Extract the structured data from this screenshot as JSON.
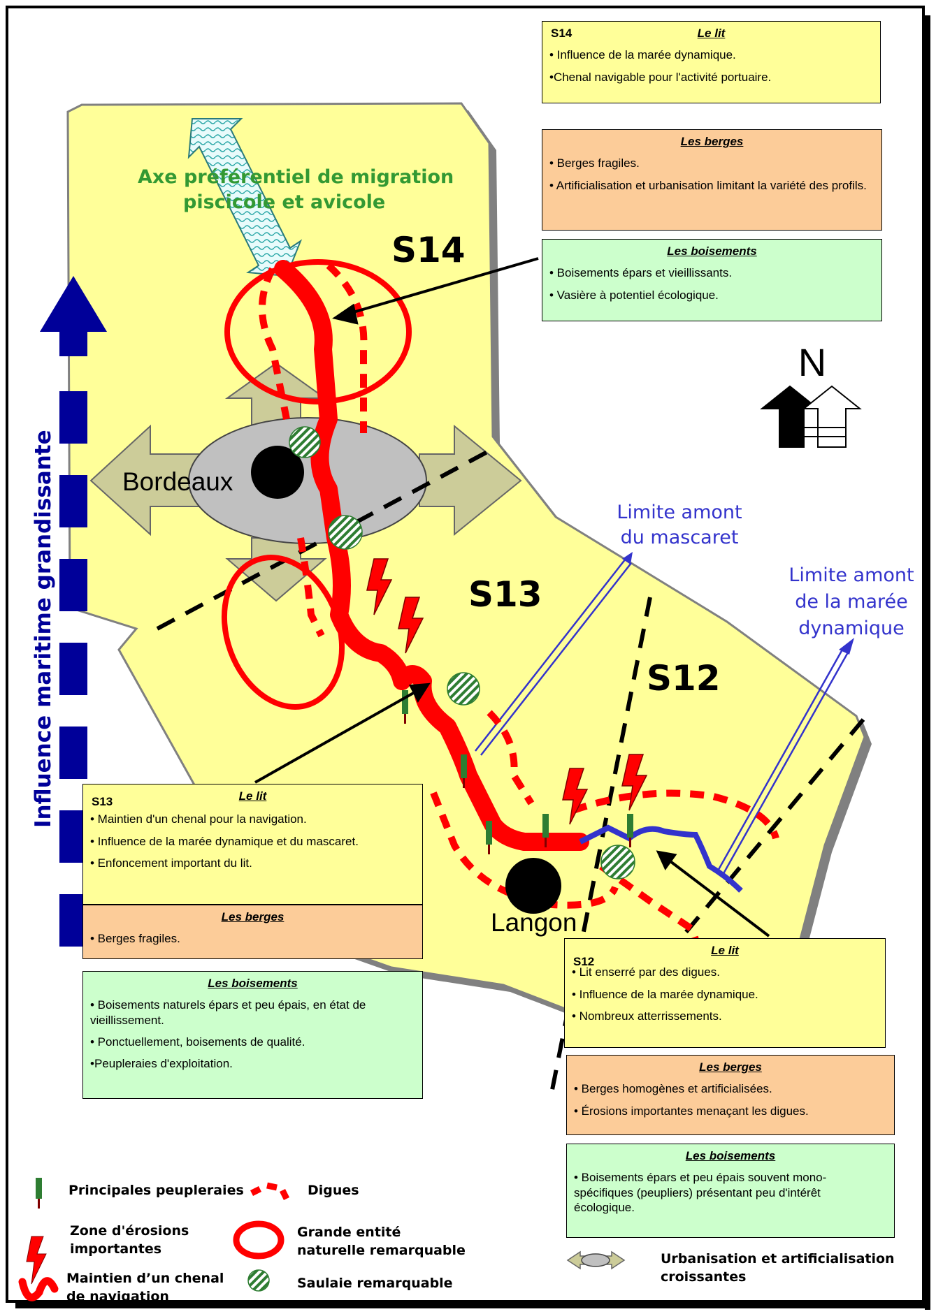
{
  "map": {
    "sectors": {
      "s14": "S14",
      "s13": "S13",
      "s12": "S12"
    },
    "cities": {
      "bordeaux": "Bordeaux",
      "langon": "Langon"
    },
    "migration_label_line1": "Axe préférentiel de migration",
    "migration_label_line2": "piscicole et avicole",
    "influence_label": "Influence maritime grandissante",
    "north_label": "N",
    "mascaret_line1": "Limite amont",
    "mascaret_line2": "du mascaret",
    "maree_line1": "Limite amont",
    "maree_line2": "de la marée",
    "maree_line3": "dynamique",
    "colors": {
      "land": "#ffff99",
      "river": "#ff0000",
      "city": "#c0c0c0",
      "blue": "#0000cc"
    }
  },
  "panels": {
    "s14": {
      "code": "S14",
      "lit": {
        "title": "Le lit",
        "items": [
          "• Influence de la marée dynamique.",
          "•Chenal navigable pour l'activité portuaire."
        ]
      },
      "berges": {
        "title": "Les berges",
        "items": [
          "• Berges fragiles.",
          "• Artificialisation et urbanisation limitant la variété des profils."
        ]
      },
      "boisements": {
        "title": "Les boisements",
        "items": [
          "• Boisements épars et vieillissants.",
          "• Vasière à potentiel écologique."
        ]
      }
    },
    "s13": {
      "code": "S13",
      "lit": {
        "title": "Le lit",
        "items": [
          "• Maintien d'un chenal pour la navigation.",
          "• Influence de la marée dynamique et du mascaret.",
          "• Enfoncement important du lit."
        ]
      },
      "berges": {
        "title": "Les berges",
        "items": [
          "• Berges fragiles."
        ]
      },
      "boisements": {
        "title": "Les boisements",
        "items": [
          "• Boisements naturels épars et peu épais, en état de vieillissement.",
          "• Ponctuellement, boisements de qualité.",
          "•Peupleraies d'exploitation."
        ]
      }
    },
    "s12": {
      "code": "S12",
      "lit": {
        "title": "Le lit",
        "items": [
          "• Lit enserré par des digues.",
          "• Influence de la marée dynamique.",
          "• Nombreux atterrissements."
        ]
      },
      "berges": {
        "title": "Les berges",
        "items": [
          "• Berges homogènes et artificialisées.",
          "• Érosions importantes menaçant les digues."
        ]
      },
      "boisements": {
        "title": "Les boisements",
        "items": [
          "• Boisements épars et peu épais souvent mono-spécifiques (peupliers) présentant peu d'intérêt écologique."
        ]
      }
    }
  },
  "legend": {
    "peupleraies": "Principales peupleraies",
    "digues": "Digues",
    "erosions_line1": "Zone d'érosions",
    "erosions_line2": "importantes",
    "entite_line1": "Grande entité",
    "entite_line2": "naturelle remarquable",
    "chenal_line1": "Maintien d’un chenal",
    "chenal_line2": "de navigation",
    "saulaie": "Saulaie remarquable",
    "urbanisation_line1": "Urbanisation et artificialisation",
    "urbanisation_line2": "croissantes"
  }
}
